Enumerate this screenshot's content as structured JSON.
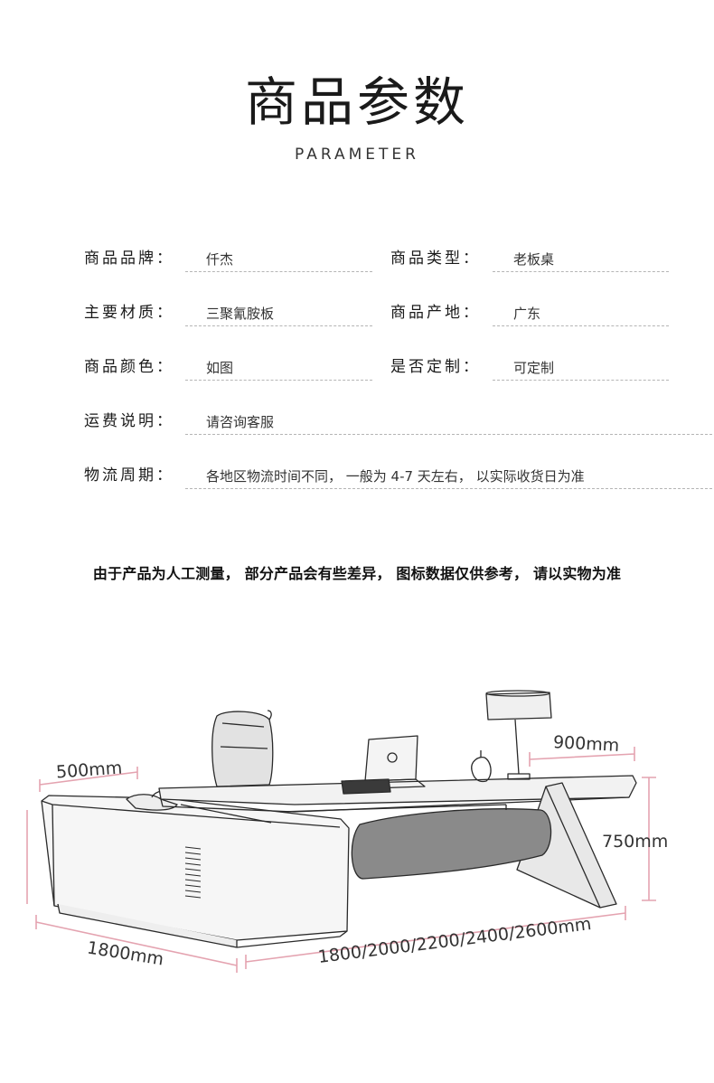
{
  "header": {
    "title": "商品参数",
    "subtitle": "PARAMETER"
  },
  "params": [
    {
      "label": "商品品牌：",
      "value": "仟杰"
    },
    {
      "label": "商品类型：",
      "value": "老板桌"
    },
    {
      "label": "主要材质：",
      "value": "三聚氰胺板"
    },
    {
      "label": "商品产地：",
      "value": "广东"
    },
    {
      "label": "商品颜色：",
      "value": "如图"
    },
    {
      "label": "是否定制：",
      "value": "可定制"
    },
    {
      "label": "运费说明：",
      "value": "请咨询客服"
    },
    {
      "label": "物流周期：",
      "value": "各地区物流时间不同， 一般为 4-7 天左右， 以实际收货日为准"
    }
  ],
  "notice": "由于产品为人工测量， 部分产品会有些差异， 图标数据仅供参考， 请以实物为准",
  "dimensions": {
    "side_depth": "500mm",
    "desk_depth": "900mm",
    "height": "750mm",
    "side_length": "1800mm",
    "desk_length": "1800/2000/2200/2400/2600mm"
  },
  "colors": {
    "dimension_line": "#e4a3b0",
    "sketch_line": "#2a2a2a"
  }
}
